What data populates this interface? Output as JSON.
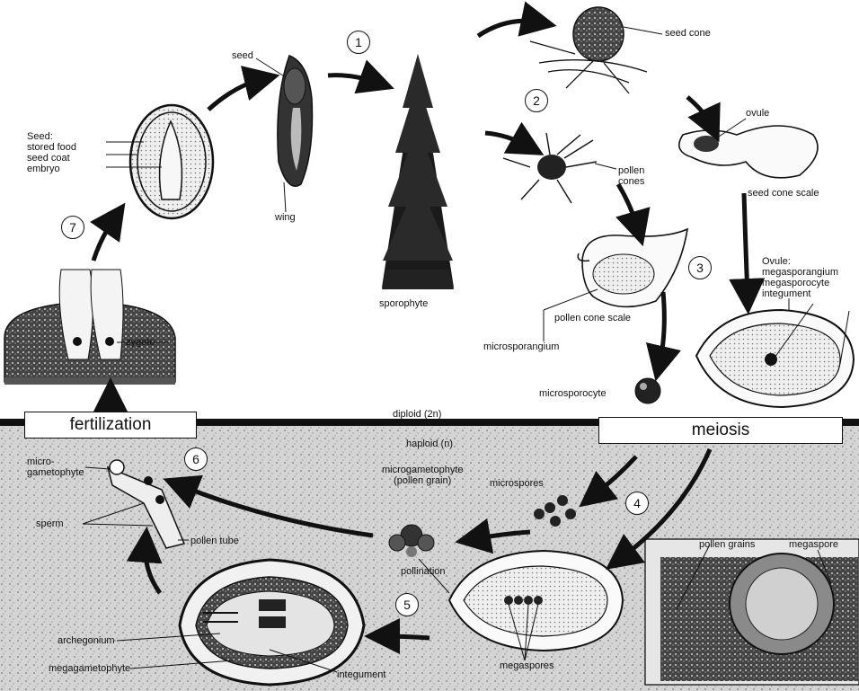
{
  "steps": [
    "1",
    "2",
    "3",
    "4",
    "5",
    "6",
    "7"
  ],
  "processes": {
    "fertilization": "fertilization",
    "meiosis": "meiosis"
  },
  "phases": {
    "diploid": "diploid (2n)",
    "haploid": "haploid (n)"
  },
  "labels": {
    "seed": "seed",
    "wing": "wing",
    "sporophyte": "sporophyte",
    "seed_cone": "seed cone",
    "pollen_cones": [
      "pollen",
      "cones"
    ],
    "ovule": "ovule",
    "seed_cone_scale": "seed cone scale",
    "ovule_parts": [
      "Ovule:",
      "megasporangium",
      "megasporocyte",
      "integument"
    ],
    "pollen_cone_scale": "pollen cone scale",
    "microsporangium": "microsporangium",
    "microsporocyte": "microsporocyte",
    "seed_parts": [
      "Seed:",
      "stored food",
      "seed coat",
      "embryo"
    ],
    "zygote": "zygote",
    "microgametophyte_short": [
      "micro-",
      "gametophyte"
    ],
    "sperm": "sperm",
    "pollen_tube": "pollen tube",
    "microgametophyte_long": [
      "microgametophyte",
      "(pollen grain)"
    ],
    "microspores": "microspores",
    "pollination": "pollination",
    "pollen_grains": "pollen grains",
    "megaspore": "megaspore",
    "megaspores": "megaspores",
    "archegonium": "archegonium",
    "megagametophyte": "megagametophyte",
    "integument": "integument"
  },
  "colors": {
    "ink": "#111111",
    "haploid_fill": "#d6d6d6",
    "paper": "#ffffff"
  }
}
